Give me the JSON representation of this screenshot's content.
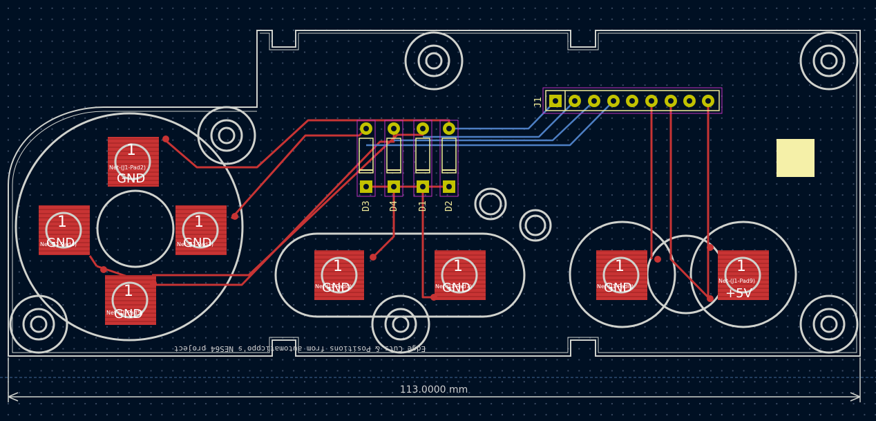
{
  "board": {
    "footer_note": "Edge Cuts & Positions from automaticppo's NES64 project",
    "dimension_text": "113.0000 mm"
  },
  "connector": {
    "ref": "J1"
  },
  "diodes": [
    {
      "ref": "D3"
    },
    {
      "ref": "D4"
    },
    {
      "ref": "D1"
    },
    {
      "ref": "D2"
    }
  ],
  "pads": [
    {
      "num": "1",
      "name": "GND",
      "net": "Net-(J1-Pad2)"
    },
    {
      "num": "1",
      "name": "GND",
      "net": "Net-(J1-Pad4)"
    },
    {
      "num": "1",
      "name": "GND",
      "net": "Net-(J1-Pad3)"
    },
    {
      "num": "1",
      "name": "GND",
      "net": "Net-(J1-Pad5)"
    },
    {
      "num": "1",
      "name": "GND",
      "net": "Net-(J1-Pad6)"
    },
    {
      "num": "1",
      "name": "GND",
      "net": "Net-(J1-Pad7)"
    },
    {
      "num": "1",
      "name": "GND",
      "net": "Net-(J1-Pad8)"
    },
    {
      "num": "1",
      "name": "+5V",
      "net": "Net-(J1-Pad9)"
    }
  ],
  "colors": {
    "background": "#001023",
    "copper_front": "#c83434",
    "copper_back": "#4d7fc4",
    "edge_cuts": "#d0d2cd",
    "silkscreen": "#f2ec9a",
    "courtyard": "#c030c0",
    "via": "#c2c200",
    "pad_fill": "#f5f0a8"
  }
}
